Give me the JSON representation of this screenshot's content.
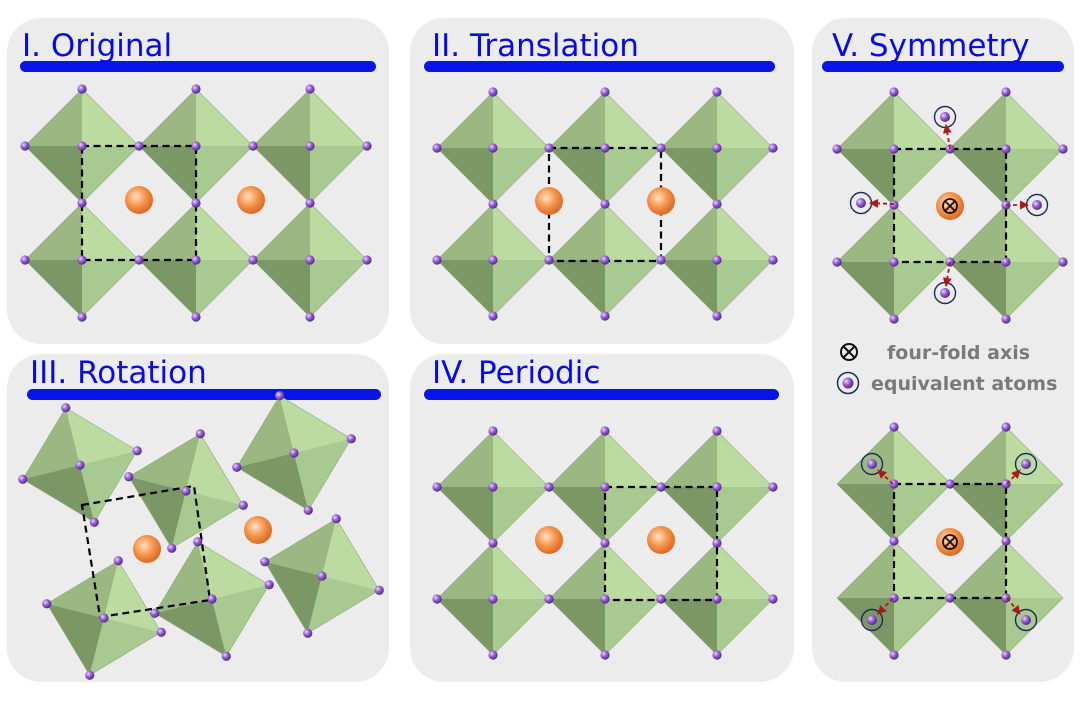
{
  "panels": {
    "original": {
      "title": "I. Original"
    },
    "translation": {
      "title": "II. Translation"
    },
    "rotation": {
      "title": "III. Rotation"
    },
    "periodic": {
      "title": "IV. Periodic"
    },
    "symmetry": {
      "title": "V. Symmetry"
    }
  },
  "legend": {
    "axis_label": "four-fold axis",
    "atoms_label": "equivalent atoms"
  },
  "colors": {
    "panel_bg": "#ececec",
    "title_text": "#0a0ae6",
    "title_bar": "#0a14e8",
    "octahedron_light": "#b9d89c",
    "octahedron_dark": "#7f9a6a",
    "atom": "#8a52c4",
    "center_atom": "#f08a3c",
    "unit_cell_line": "#000000",
    "arrow": "#b01818"
  }
}
